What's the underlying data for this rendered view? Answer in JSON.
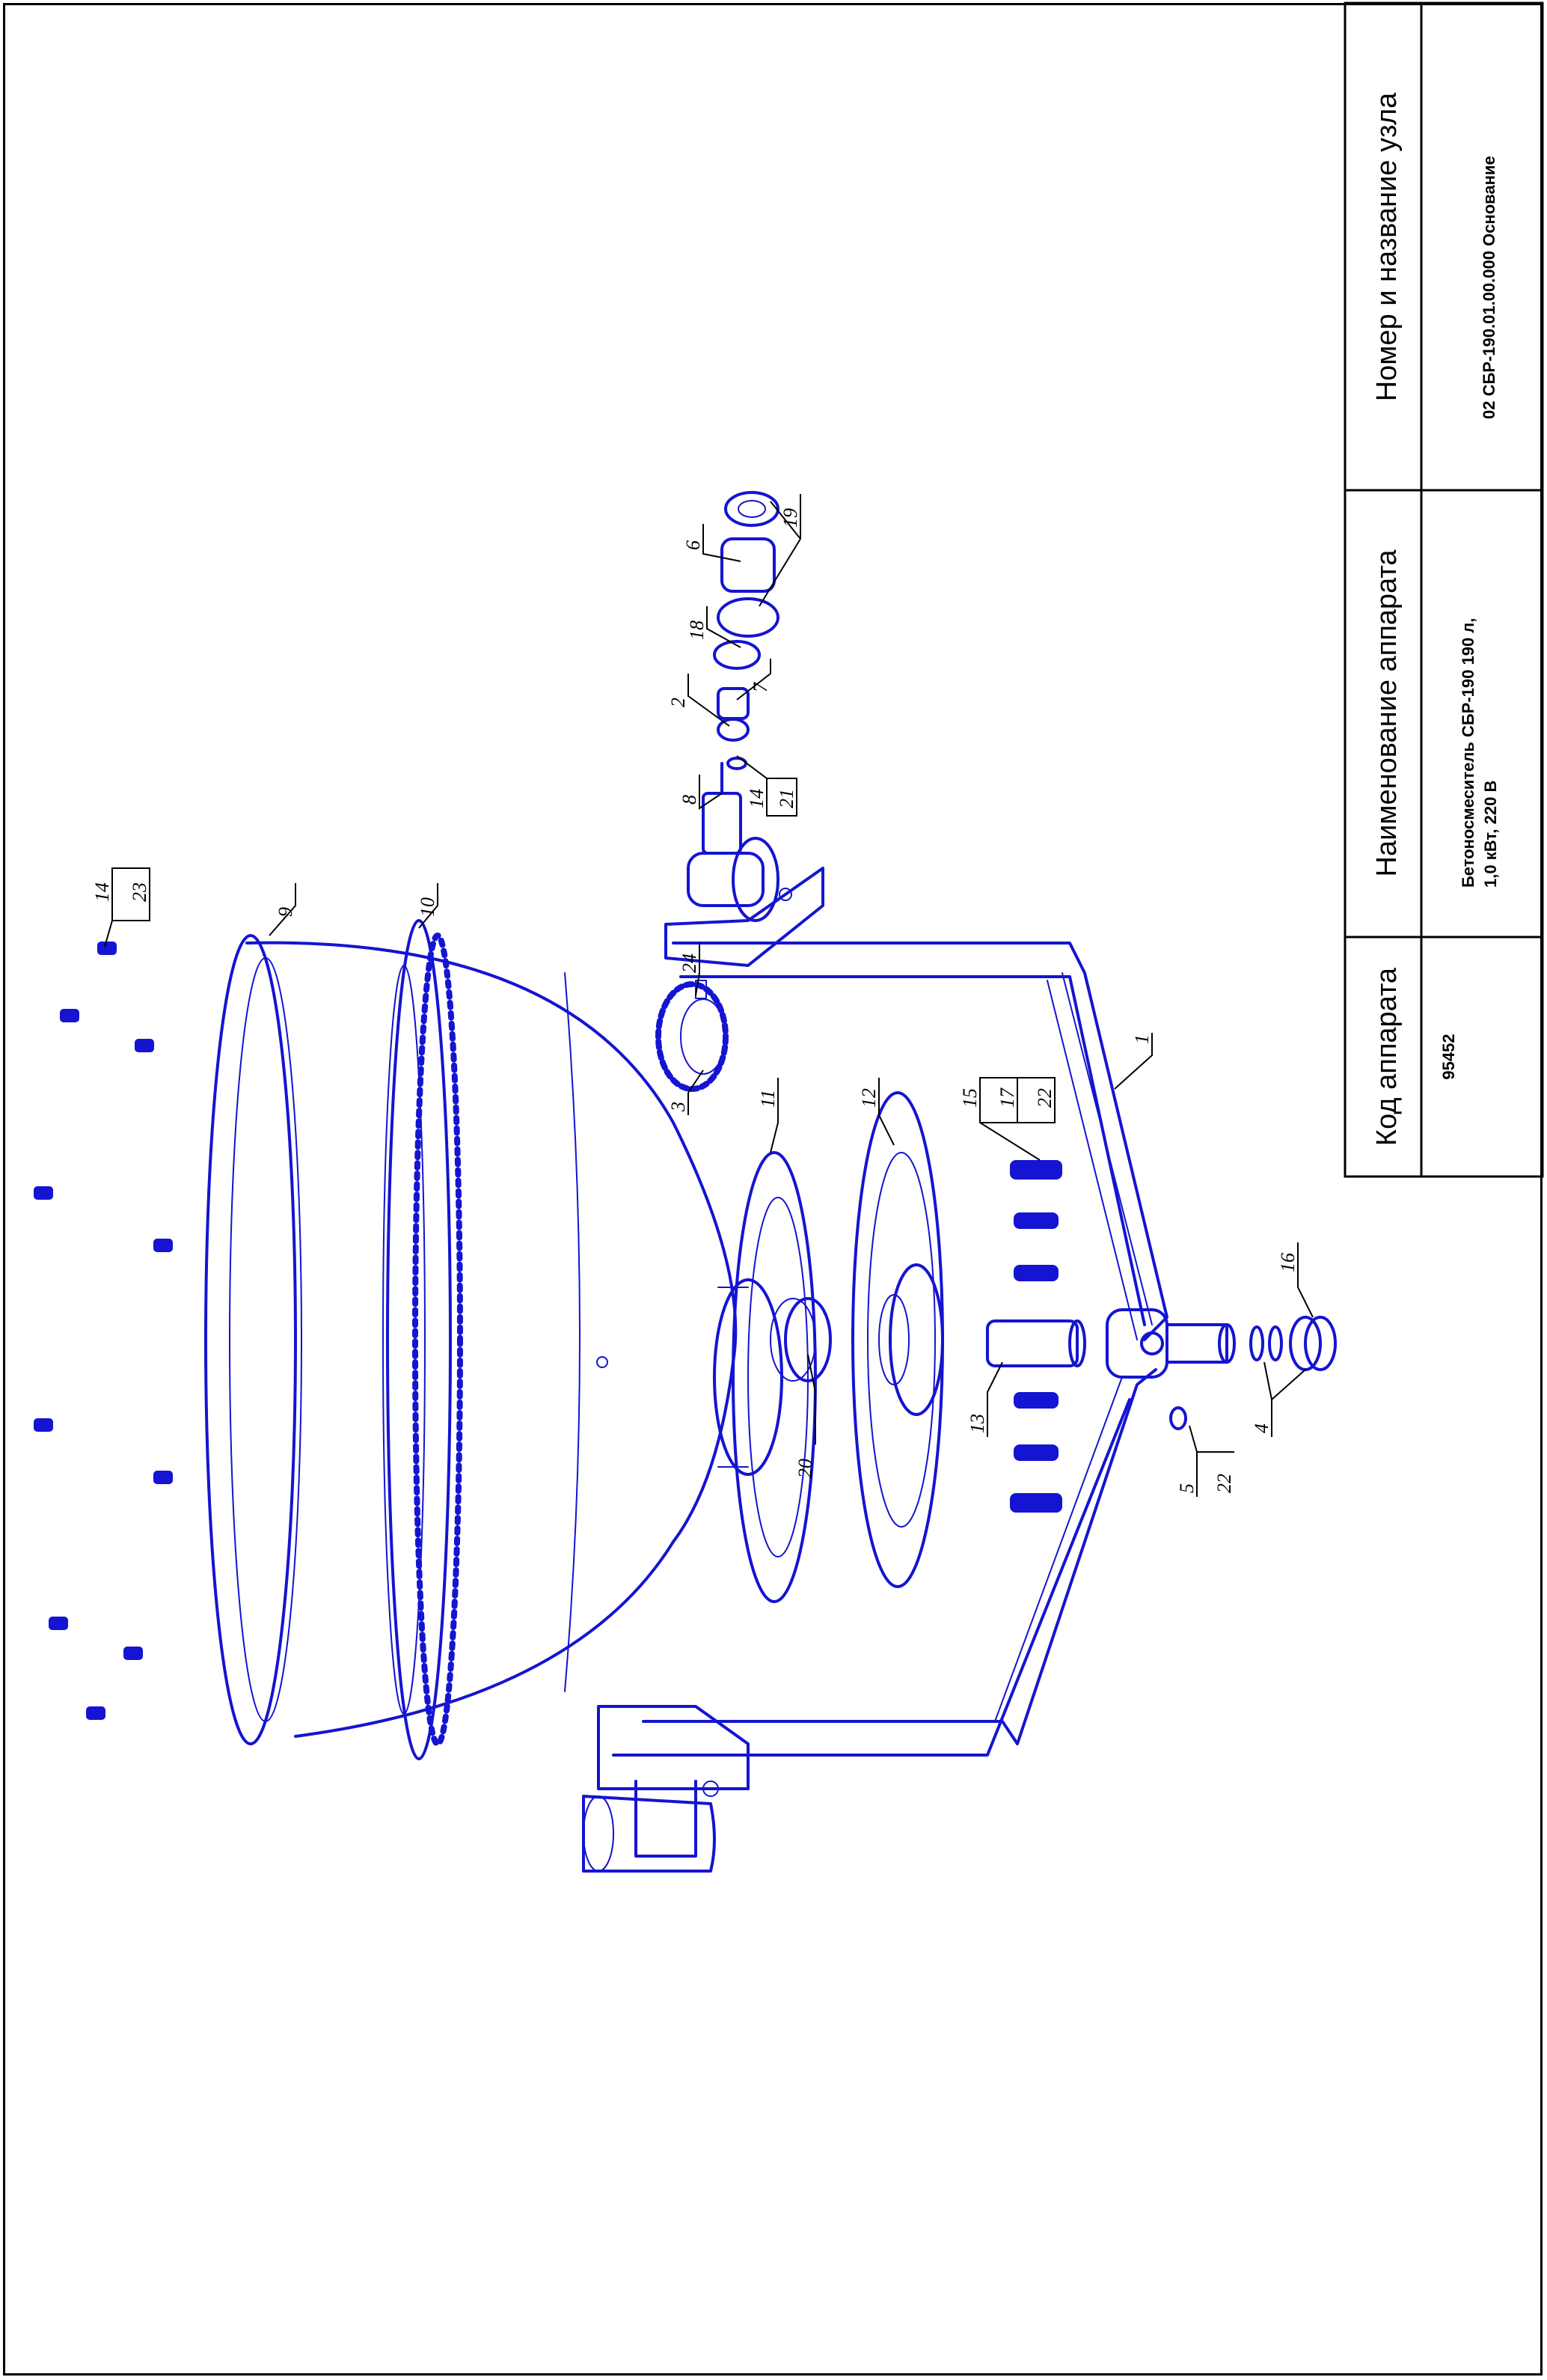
{
  "title_block": {
    "headers": {
      "apparatus_code": "Код аппарата",
      "apparatus_name": "Наименование аппарата",
      "assembly": "Номер и название узла"
    },
    "values": {
      "apparatus_code": "95452",
      "apparatus_name_line1": "Бетоносмеситель СБР-190 190 л,",
      "apparatus_name_line2": "1,0 кВт, 220 В",
      "assembly": "02 СБР-190.01.00.000 Основание"
    }
  },
  "callouts": {
    "c1": "1",
    "c2": "2",
    "c3": "3",
    "c4": "4",
    "c5": "5",
    "c6": "6",
    "c7": "7",
    "c8": "8",
    "c9": "9",
    "c10": "10",
    "c11": "11",
    "c12": "12",
    "c13": "13",
    "c16": "16",
    "c18": "18",
    "c19": "19",
    "c20": "20",
    "c24": "24",
    "c14a": "14",
    "c23": "23",
    "c14b": "14",
    "c21": "21",
    "c5b": "22",
    "c15": "15",
    "c17": "17",
    "c22b": "22"
  },
  "colors": {
    "part_line": "#1414d2",
    "text": "#000000",
    "frame": "#000000"
  }
}
